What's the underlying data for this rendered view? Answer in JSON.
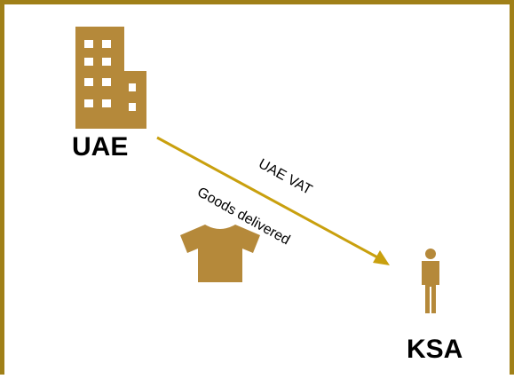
{
  "colors": {
    "frame": "#a08018",
    "icon": "#b5893a",
    "arrow": "#c9a00e",
    "text": "#000000"
  },
  "icons": {
    "origin": "building-icon",
    "goods": "tshirt-icon",
    "recipient": "person-icon"
  },
  "diagram": {
    "origin_label": "UAE",
    "destination_label": "KSA",
    "arrow_label_top": "UAE VAT",
    "arrow_label_bottom": "Goods delivered"
  }
}
